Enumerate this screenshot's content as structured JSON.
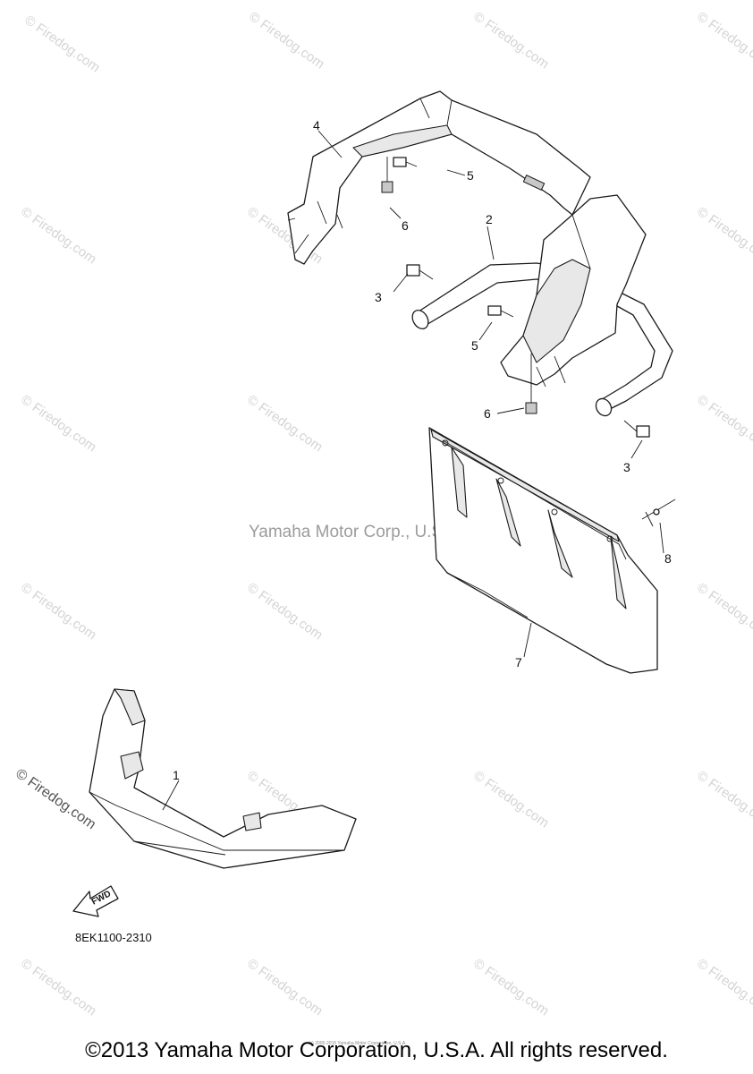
{
  "watermark": {
    "site_text": "© Firedog.com",
    "center_text": "Yamaha Motor Corp., U.S.A."
  },
  "diagram": {
    "part_code": "8EK1100-2310",
    "fwd_label": "FWD",
    "fine_print": "(c) 2005-2015 Yamaha Motor Corporation, U.S.A.",
    "callouts": {
      "c1": "1",
      "c2": "2",
      "c3a": "3",
      "c3b": "3",
      "c4": "4",
      "c5a": "5",
      "c5b": "5",
      "c6a": "6",
      "c6b": "6",
      "c7": "7",
      "c8": "8"
    }
  },
  "footer": {
    "copyright": "©2013 Yamaha Motor Corporation, U.S.A. All rights reserved."
  }
}
